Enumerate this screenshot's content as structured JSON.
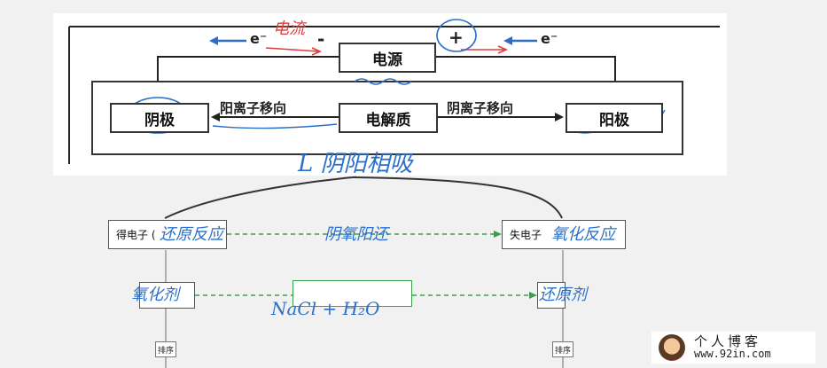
{
  "diagram": {
    "top": {
      "power_source": "电源",
      "electrolyte": "电解质",
      "cathode": "阴极",
      "anode": "阳极",
      "cation_flow_label": "阳离子移向",
      "anion_flow_label": "阴离子移向",
      "electron_left": "e⁻",
      "electron_right": "e⁻",
      "minus_sign": "-",
      "plus_sign": "+"
    },
    "bottom": {
      "gain_electrons": "得电子 (",
      "lose_electrons": "失电子",
      "left_sort_label": "排序",
      "right_sort_label": "排序"
    }
  },
  "handwriting": {
    "current": "电流",
    "title": "L 阴阳相吸",
    "reduction": "还原反应",
    "cathode_reduction": "阴氧阳还",
    "oxidation": "氧化反应",
    "oxidant": "氧化剂",
    "solution": "NaCl + H₂O",
    "reductant": "还原剂"
  },
  "watermark": {
    "title": "个人博客",
    "url": "www.92in.com"
  },
  "colors": {
    "handwriting_blue": "#2a6fc9",
    "handwriting_red": "#e23a3a",
    "dashed_green": "#3aa04a",
    "arrow_blue": "#2f6dc4"
  }
}
